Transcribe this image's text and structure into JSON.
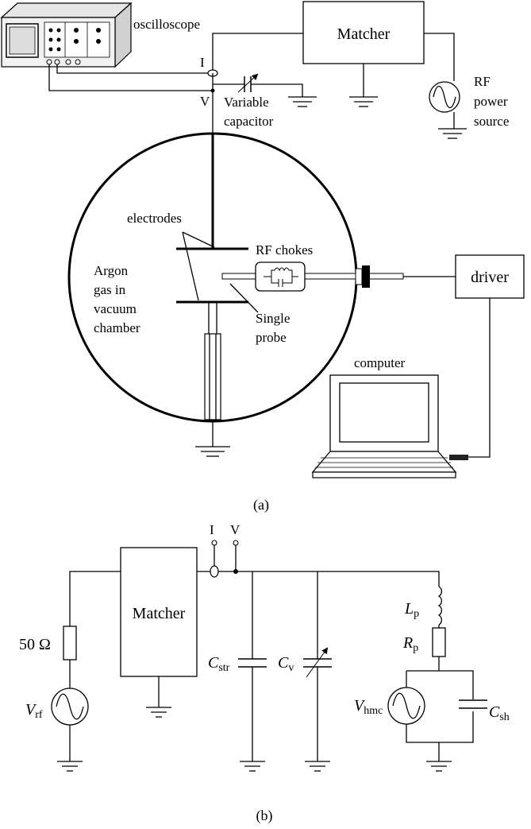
{
  "figure_a": {
    "oscilloscope": "oscilloscope",
    "matcher": "Matcher",
    "rf_source_line1": "RF",
    "rf_source_line2": "power",
    "rf_source_line3": "source",
    "probe_i": "I",
    "probe_v": "V",
    "variable_capacitor_line1": "Variable",
    "variable_capacitor_line2": "capacitor",
    "electrodes": "electrodes",
    "gas_line1": "Argon",
    "gas_line2": "gas in",
    "gas_line3": "vacuum",
    "gas_line4": "chamber",
    "rf_chokes": "RF chokes",
    "single_probe_line1": "Single",
    "single_probe_line2": "probe",
    "driver": "driver",
    "computer": "computer",
    "caption": "(a)"
  },
  "figure_b": {
    "resistor_value": "50 Ω",
    "vrf_main": "V",
    "vrf_sub": "rf",
    "matcher": "Matcher",
    "probe_i": "I",
    "probe_v": "V",
    "cstr_main": "C",
    "cstr_sub": "str",
    "cv_main": "C",
    "cv_sub": "v",
    "lp_main": "L",
    "lp_sub": "p",
    "rp_main": "R",
    "rp_sub": "p",
    "vhmc_main": "V",
    "vhmc_sub": "hmc",
    "csh_main": "C",
    "csh_sub": "sh",
    "caption": "(b)"
  }
}
